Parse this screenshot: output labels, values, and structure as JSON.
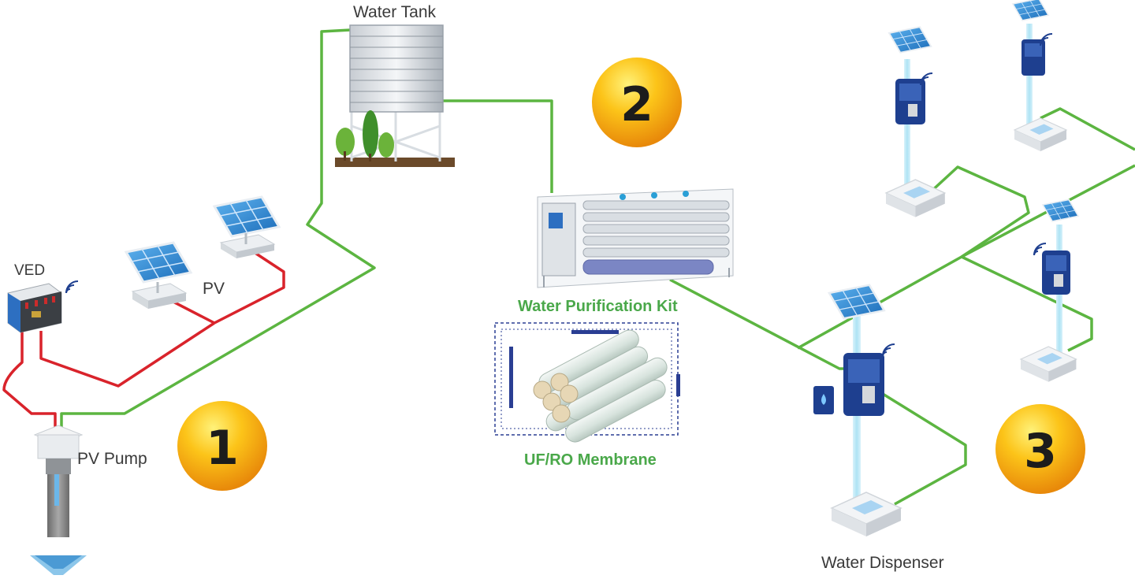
{
  "labels": {
    "water_tank": "Water Tank",
    "ved": "VED",
    "pv": "PV",
    "pv_pump": "PV Pump",
    "purification_kit": "Water Purification Kit",
    "membrane": "UF/RO Membrane",
    "dispenser": "Water Dispenser"
  },
  "steps": [
    "1",
    "2",
    "3"
  ],
  "colors": {
    "water_line": "#5cb541",
    "power_line": "#d9232b",
    "label_green": "#4aa84a",
    "badge_fill": "#f7a800",
    "dispenser_blue": "#1e3f8f",
    "panel_blue": "#2f7fc8"
  },
  "icons": [
    "solar-panel-icon",
    "ved-controller-icon",
    "pump-icon",
    "water-tank-icon",
    "purification-kit-icon",
    "membrane-icon",
    "dispenser-icon",
    "wifi-icon",
    "water-drop-icon"
  ]
}
